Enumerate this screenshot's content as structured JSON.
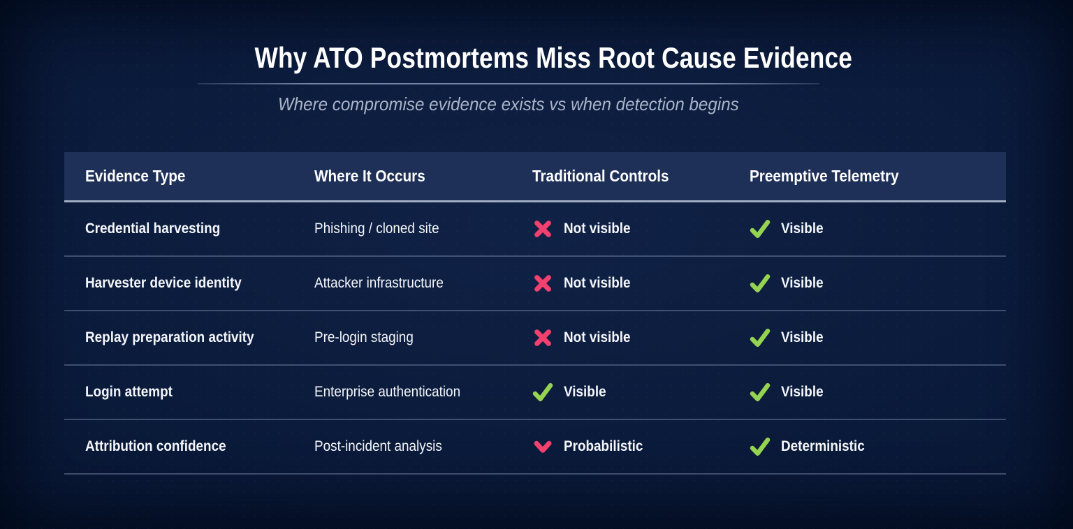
{
  "colors": {
    "background": "#081735",
    "header_row_bg": "#1f3058",
    "negative_icon": "#f2416f",
    "positive_icon": "#95d351",
    "subtitle_text": "#abb4c9"
  },
  "chart_data": {
    "type": "table",
    "title": "Why ATO Postmortems Miss Root Cause Evidence",
    "subtitle": "Where compromise evidence exists vs when detection begins",
    "columns": [
      "Evidence Type",
      "Where It Occurs",
      "Traditional Controls",
      "Preemptive Telemetry"
    ],
    "rows": [
      {
        "evidence_type": "Credential harvesting",
        "where_it_occurs": "Phishing / cloned site",
        "traditional_controls": {
          "icon": "cross",
          "label": "Not visible"
        },
        "preemptive_telemetry": {
          "icon": "check",
          "label": "Visible"
        }
      },
      {
        "evidence_type": "Harvester device identity",
        "where_it_occurs": "Attacker infrastructure",
        "traditional_controls": {
          "icon": "cross",
          "label": "Not visible"
        },
        "preemptive_telemetry": {
          "icon": "check",
          "label": "Visible"
        }
      },
      {
        "evidence_type": "Replay preparation activity",
        "where_it_occurs": "Pre-login staging",
        "traditional_controls": {
          "icon": "cross",
          "label": "Not visible"
        },
        "preemptive_telemetry": {
          "icon": "check",
          "label": "Visible"
        }
      },
      {
        "evidence_type": "Login attempt",
        "where_it_occurs": "Enterprise authentication",
        "traditional_controls": {
          "icon": "check",
          "label": "Visible"
        },
        "preemptive_telemetry": {
          "icon": "check",
          "label": "Visible"
        }
      },
      {
        "evidence_type": "Attribution confidence",
        "where_it_occurs": "Post-incident analysis",
        "traditional_controls": {
          "icon": "chevron",
          "label": "Probabilistic"
        },
        "preemptive_telemetry": {
          "icon": "check",
          "label": "Deterministic"
        }
      }
    ]
  }
}
